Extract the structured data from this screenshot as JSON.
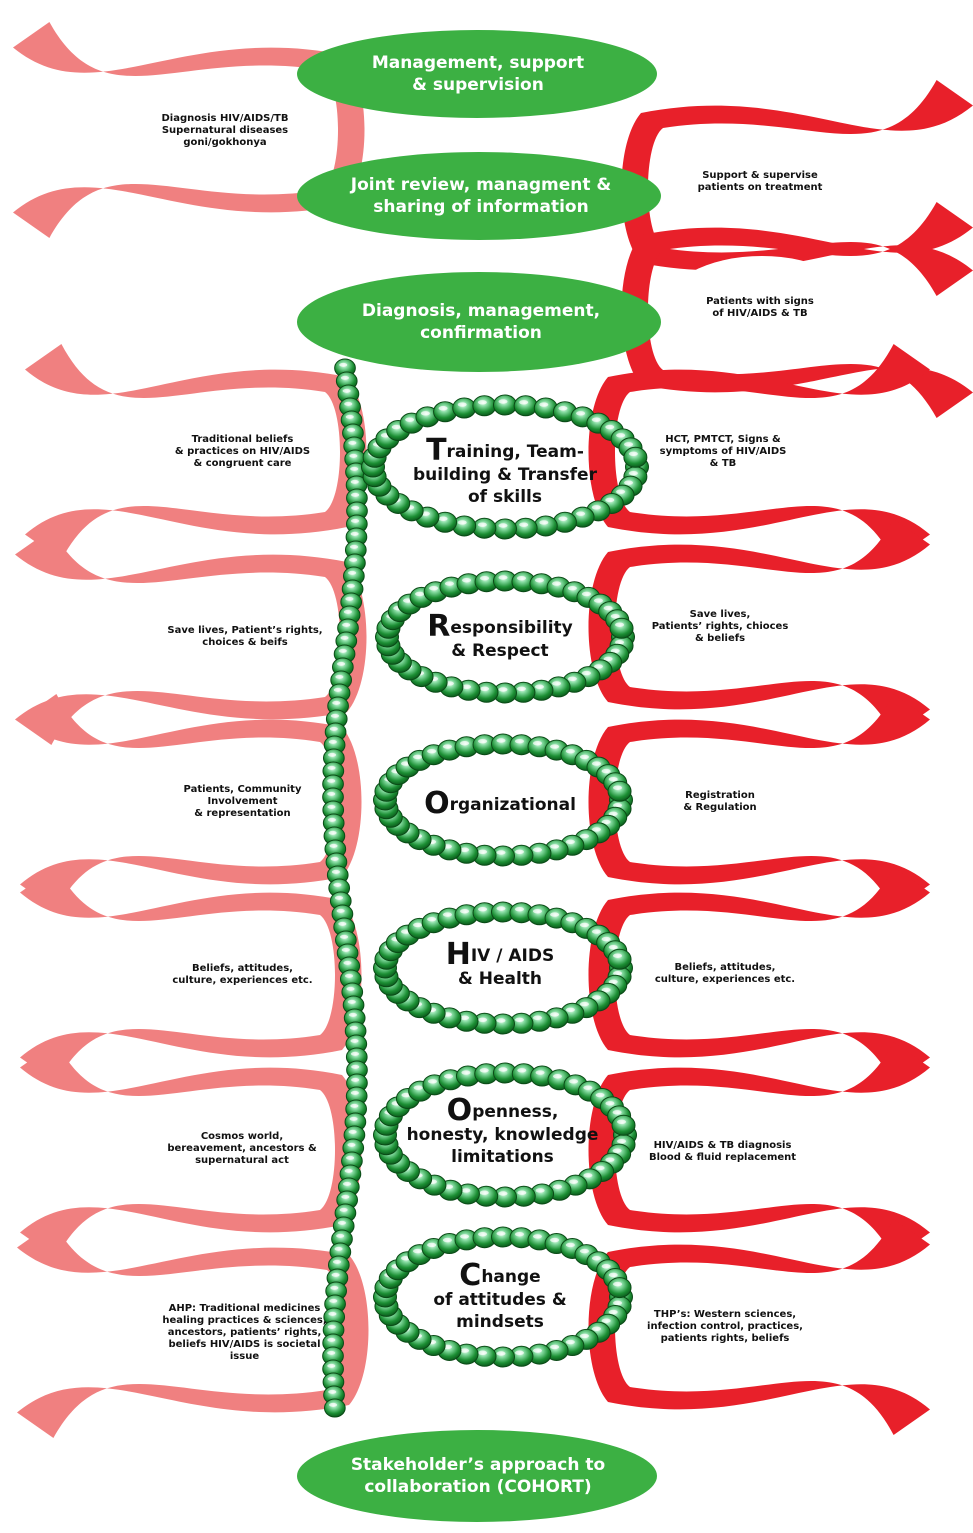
{
  "colors": {
    "left_ribbon": "#f08080",
    "right_ribbon": "#e8202a",
    "ellipse": "#3cb043",
    "bead_dark": "#1e8a2c",
    "bead_light": "#9fe0b0"
  },
  "top_ellipses": [
    {
      "text": "Management, support\n& supervision"
    },
    {
      "text": "Joint review, managment &\nsharing of information"
    },
    {
      "text": "Diagnosis, management,\nconfirmation"
    }
  ],
  "bottom_ellipse": {
    "text": "Stakeholder’s approach to\ncollaboration (COHORT)"
  },
  "left_ribbons": [
    {
      "text": "Diagnosis HIV/AIDS/TB\nSupernatural diseases\ngoni/gokhonya"
    },
    {
      "text": "Traditional beliefs\n& practices on HIV/AIDS\n& congruent care"
    },
    {
      "text": "Save lives, Patient’s rights,\nchoices & beifs"
    },
    {
      "text": "Patients, Community\nInvolvement\n& representation"
    },
    {
      "text": "Beliefs, attitudes,\nculture, experiences etc."
    },
    {
      "text": "Cosmos world,\nbereavement, ancestors &\nsupernatural act"
    },
    {
      "text": "AHP: Traditional medicines\nhealing practices & sciences,\nancestors, patients’ rights,\nbeliefs HIV/AIDS is societal\nissue"
    }
  ],
  "right_ribbons": [
    {
      "text": "Support & supervise\npatients on treatment"
    },
    {
      "text": "Patients with signs\nof HIV/AIDS & TB"
    },
    {
      "text": "HCT, PMTCT, Signs &\nsymptoms of HIV/AIDS\n& TB"
    },
    {
      "text": "Save lives,\nPatients’ rights, chioces\n& beliefs"
    },
    {
      "text": "Registration\n& Regulation"
    },
    {
      "text": "Beliefs, attitudes,\nculture, experiences etc."
    },
    {
      "text": "HIV/AIDS & TB diagnosis\nBlood & fluid replacement"
    },
    {
      "text": "THP’s: Western sciences,\ninfection control, practices,\npatients rights, beliefs"
    }
  ],
  "loops": [
    {
      "initial": "T",
      "rest": "raining, Team-",
      "lines": "building & Transfer\nof skills"
    },
    {
      "initial": "R",
      "rest": "esponsibility",
      "lines": "& Respect"
    },
    {
      "initial": "O",
      "rest": "rganizational",
      "lines": ""
    },
    {
      "initial": "H",
      "rest": "IV / AIDS",
      "lines": "& Health"
    },
    {
      "initial": "O",
      "rest": "penness,",
      "lines": "honesty, knowledge\nlimitations"
    },
    {
      "initial": "C",
      "rest": "hange",
      "lines": "of attitudes &\nmindsets"
    }
  ]
}
